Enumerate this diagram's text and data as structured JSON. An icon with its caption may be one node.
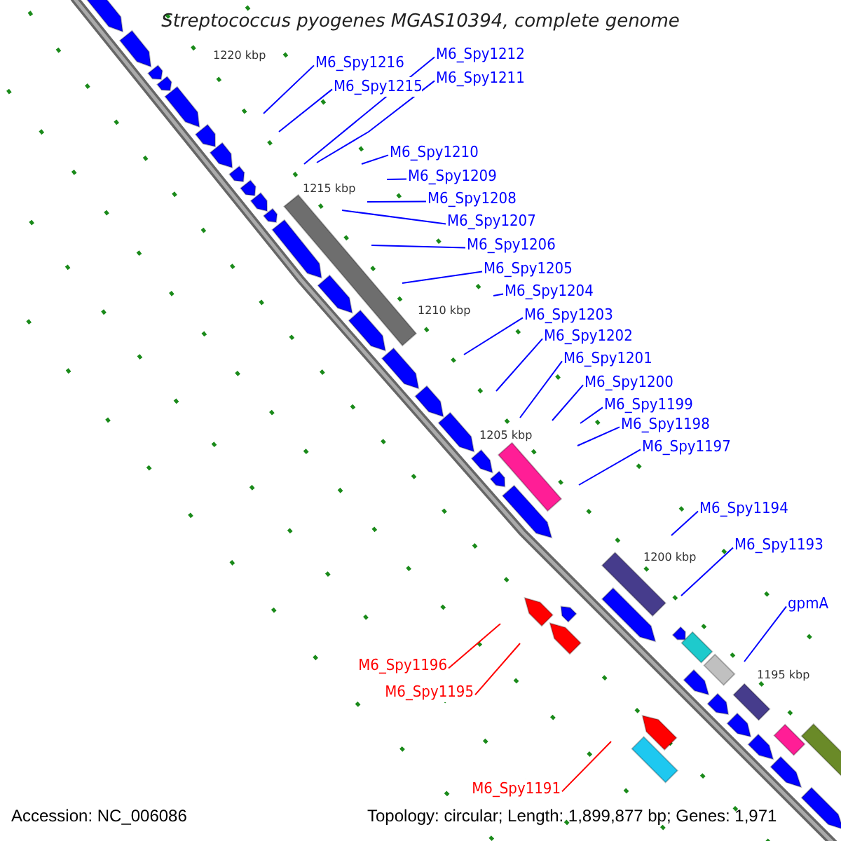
{
  "diagram": {
    "title": "Streptococcus pyogenes MGAS10394, complete genome",
    "nodes": [
      {
        "text": [
          "M6_Spy1212"
        ]
      },
      {
        "text": [
          "M6_Spy1216"
        ]
      },
      {
        "text": [
          "M6_Spy1211"
        ]
      },
      {
        "text": [
          "M6_Spy1215"
        ]
      },
      {
        "text": [
          "M6_Spy1210"
        ]
      },
      {
        "text": [
          "M6_Spy1209"
        ]
      },
      {
        "text": [
          "M6_Spy1208"
        ]
      },
      {
        "text": [
          "M6_Spy1207"
        ]
      },
      {
        "text": [
          "M6_Spy1206"
        ]
      },
      {
        "text": [
          "M6_Spy1205"
        ]
      },
      {
        "text": [
          "M6_Spy1204"
        ]
      },
      {
        "text": [
          "M6_Spy1203"
        ]
      },
      {
        "text": [
          "M6_Spy1202"
        ]
      },
      {
        "text": [
          "M6_Spy1201"
        ]
      },
      {
        "text": [
          "M6_Spy1200"
        ]
      },
      {
        "text": [
          "M6_Spy1199"
        ]
      },
      {
        "text": [
          "M6_Spy1198"
        ]
      },
      {
        "text": [
          "M6_Spy1197"
        ]
      },
      {
        "text": [
          "M6_Spy1194"
        ]
      },
      {
        "text": [
          "M6_Spy1193"
        ]
      },
      {
        "text": [
          "gpmA"
        ]
      },
      {
        "text": [
          "M6_Spy1196"
        ]
      },
      {
        "text": [
          "M6_Spy1195"
        ]
      },
      {
        "text": [
          "M6_Spy1191"
        ]
      }
    ],
    "edges": [
      {
        "from": 0,
        "to": null,
        "arrow": "none"
      },
      {
        "from": 1,
        "to": null,
        "arrow": "none"
      },
      {
        "from": 2,
        "to": null,
        "arrow": "none"
      },
      {
        "from": 3,
        "to": null,
        "arrow": "none"
      },
      {
        "from": 4,
        "to": null,
        "arrow": "none"
      },
      {
        "from": 5,
        "to": null,
        "arrow": "none"
      },
      {
        "from": 6,
        "to": null,
        "arrow": "none"
      },
      {
        "from": 7,
        "to": null,
        "arrow": "none"
      },
      {
        "from": 8,
        "to": null,
        "arrow": "none"
      },
      {
        "from": 9,
        "to": null,
        "arrow": "none"
      },
      {
        "from": 10,
        "to": null,
        "arrow": "none"
      },
      {
        "from": 11,
        "to": null,
        "arrow": "none"
      },
      {
        "from": 12,
        "to": null,
        "arrow": "none"
      },
      {
        "from": 13,
        "to": null,
        "arrow": "none"
      },
      {
        "from": 14,
        "to": null,
        "arrow": "none"
      },
      {
        "from": 15,
        "to": null,
        "arrow": "none"
      },
      {
        "from": 16,
        "to": null,
        "arrow": "none"
      },
      {
        "from": 17,
        "to": null,
        "arrow": "none"
      },
      {
        "from": 18,
        "to": null,
        "arrow": "none"
      },
      {
        "from": 19,
        "to": null,
        "arrow": "none"
      },
      {
        "from": 20,
        "to": null,
        "arrow": "none"
      },
      {
        "from": 21,
        "to": null,
        "arrow": "none",
        "color": "#ff0000"
      },
      {
        "from": 22,
        "to": null,
        "arrow": "none",
        "color": "#ff0000"
      },
      {
        "from": 23,
        "to": null,
        "arrow": "none",
        "color": "#ff0000"
      }
    ],
    "labels": [
      "1220 kbp",
      "1215 kbp",
      "1210 kbp",
      "1205 kbp",
      "1200 kbp",
      "1195 kbp",
      "Accession: NC_006086",
      "Topology: circular; Length: 1,899,877 bp; Genes: 1,971"
    ]
  }
}
